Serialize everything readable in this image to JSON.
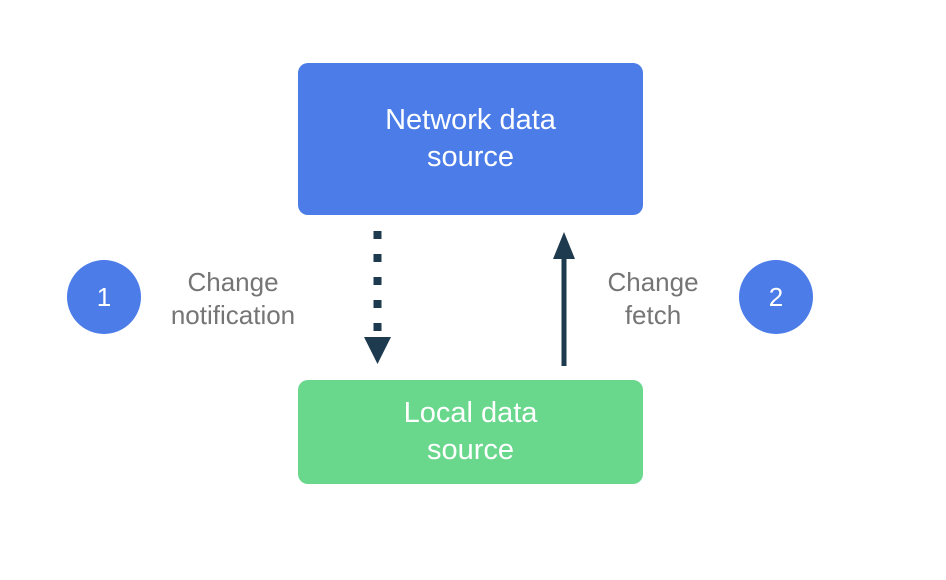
{
  "diagram": {
    "nodes": {
      "network": {
        "label": "Network data\nsource"
      },
      "local": {
        "label": "Local data\nsource"
      }
    },
    "steps": [
      {
        "number": "1",
        "label": "Change\nnotification"
      },
      {
        "number": "2",
        "label": "Change\nfetch"
      }
    ],
    "arrows": [
      {
        "name": "change-notification-arrow",
        "style": "dotted",
        "direction": "down",
        "from": "network",
        "to": "local"
      },
      {
        "name": "change-fetch-arrow",
        "style": "solid",
        "direction": "up",
        "from": "local",
        "to": "network"
      }
    ]
  },
  "colors": {
    "node-blue": "#4b7ce8",
    "node-green": "#69d78c",
    "arrow-navy": "#1e3a4e",
    "label-gray": "#757575",
    "text-white": "#ffffff",
    "background": "#ffffff"
  }
}
